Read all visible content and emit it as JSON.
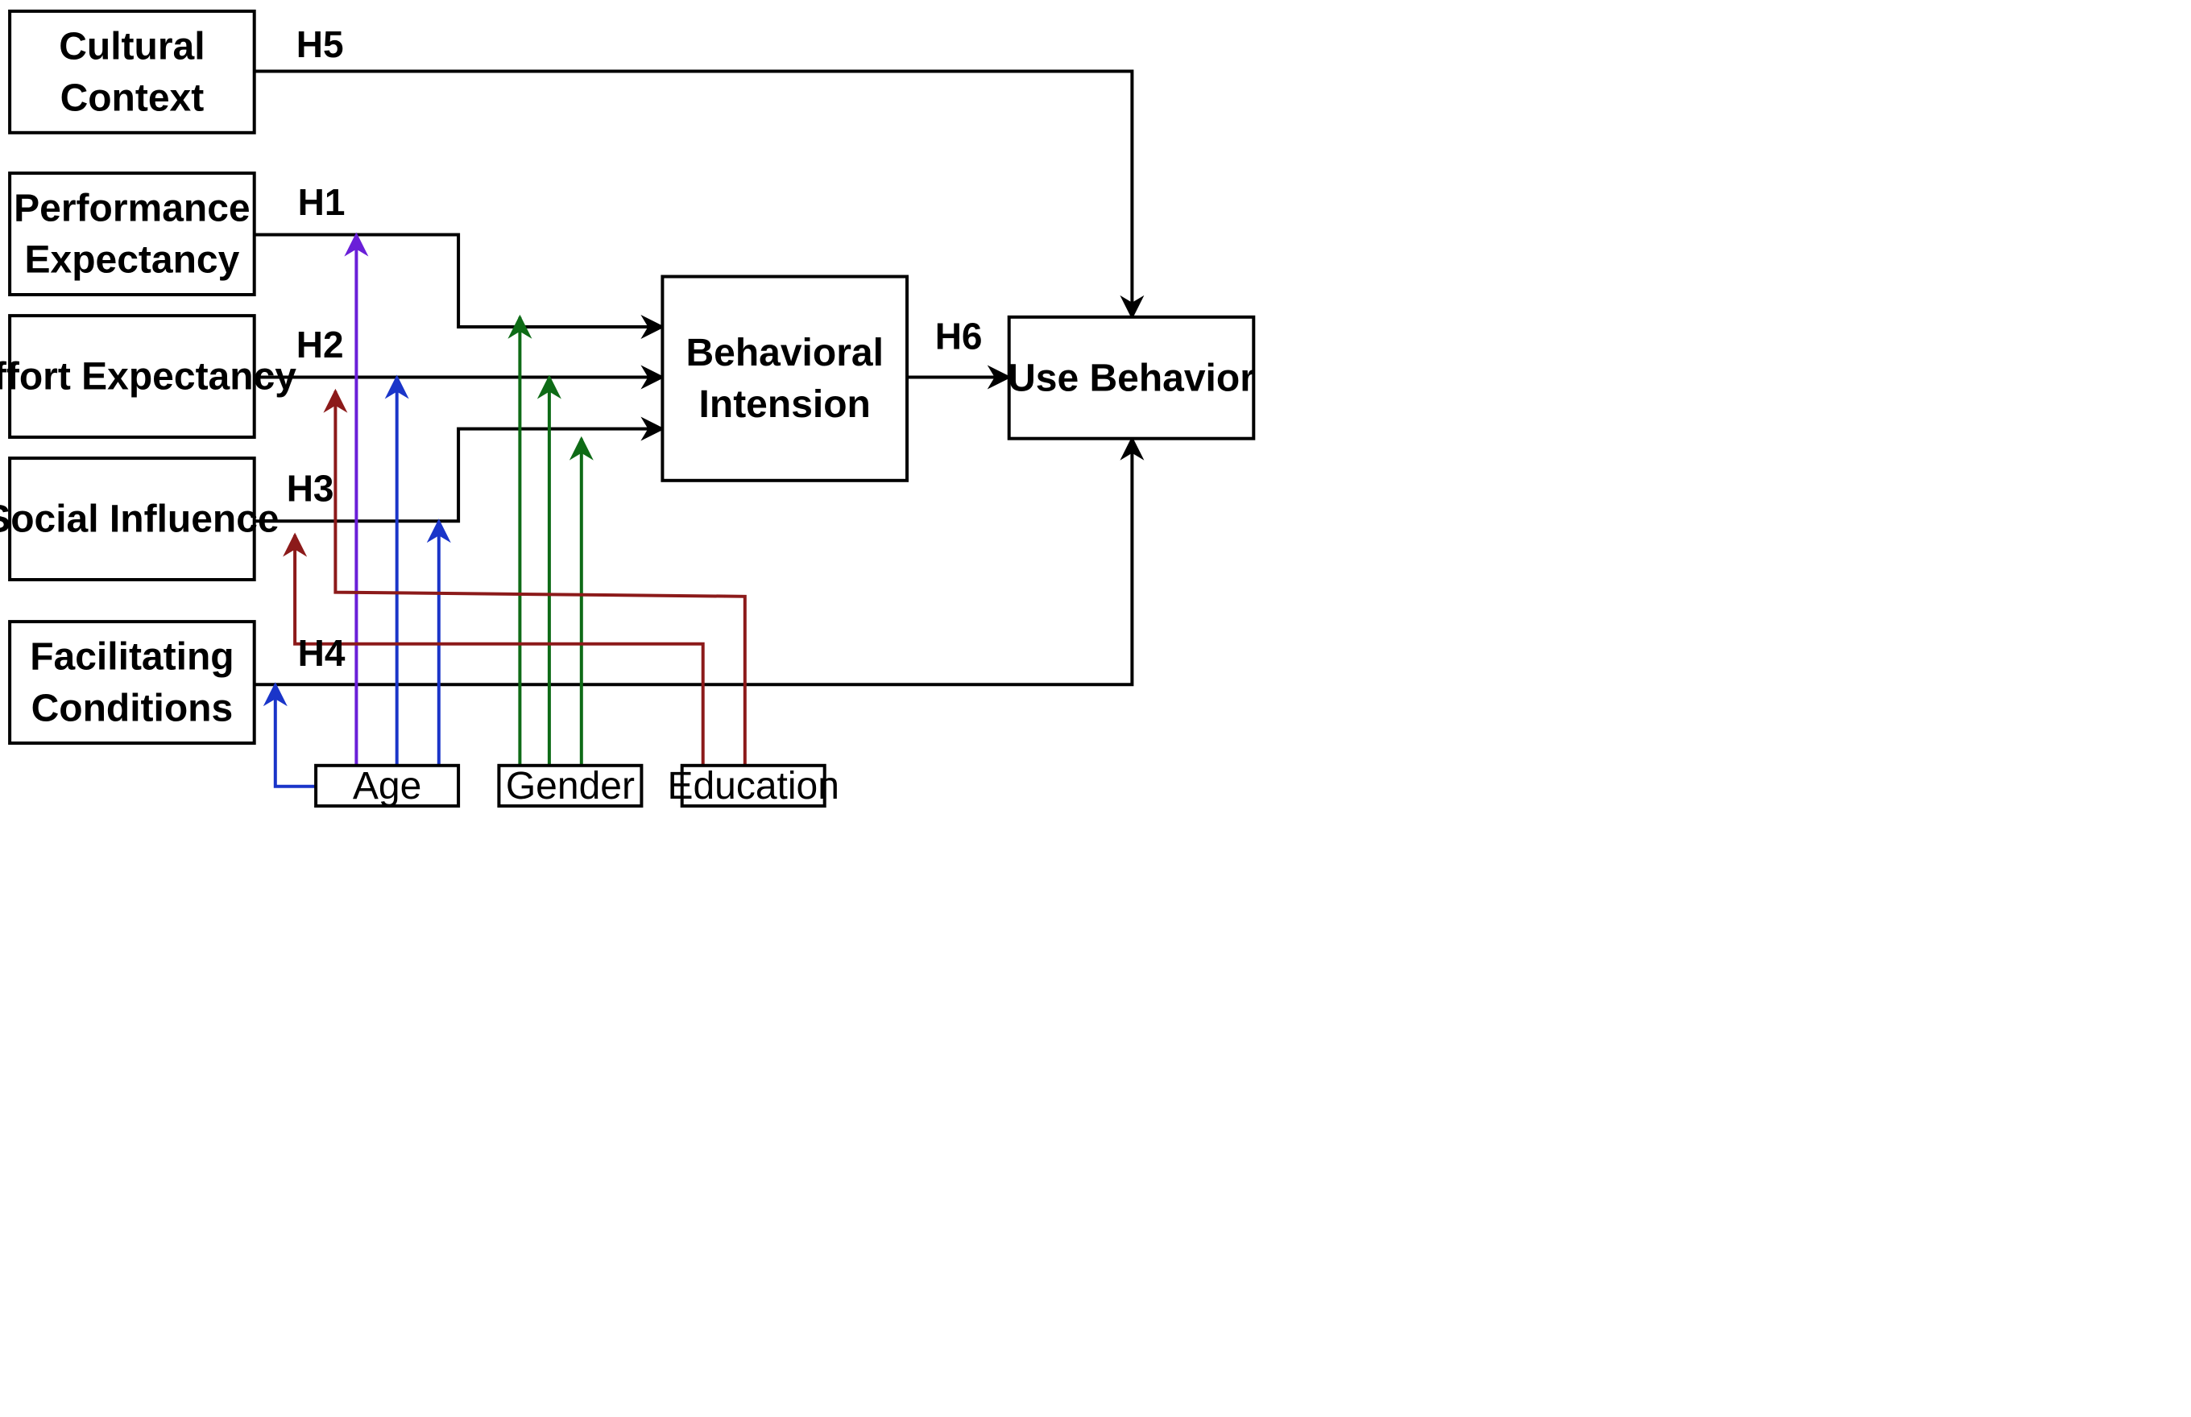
{
  "constructs": {
    "cultural_context": [
      "Cultural",
      "Context"
    ],
    "performance_expectancy": [
      "Performance",
      "Expectancy"
    ],
    "effort_expectancy": [
      "Effort Expectancy"
    ],
    "social_influence": [
      "Social Influence"
    ],
    "facilitating_conditions": [
      "Facilitating",
      "Conditions"
    ],
    "behavioral_intension": [
      "Behavioral",
      "Intension"
    ],
    "use_behavior": [
      "Use Behavior"
    ]
  },
  "moderators": {
    "age": "Age",
    "gender": "Gender",
    "education": "Education"
  },
  "hypotheses": {
    "h1": "H1",
    "h2": "H2",
    "h3": "H3",
    "h4": "H4",
    "h5": "H5",
    "h6": "H6"
  },
  "colors": {
    "main_path": "#000000",
    "age_performance": "#6a1fd8",
    "age": "#1a35c9",
    "gender": "#0e6b16",
    "education": "#8c1a1a"
  }
}
